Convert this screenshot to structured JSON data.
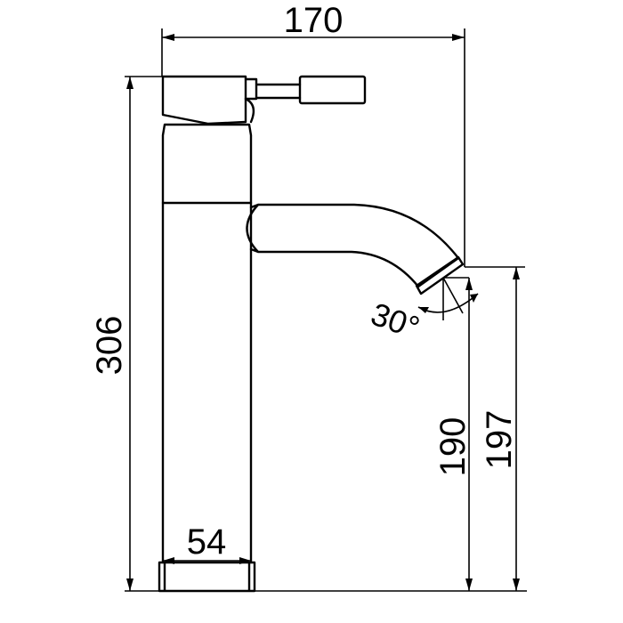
{
  "drawing": {
    "stroke_color": "#000000",
    "background": "#ffffff",
    "dimensions": {
      "width_total": "170",
      "height_total": "306",
      "base_width": "54",
      "spout_height_190": "190",
      "spout_height_197": "197",
      "spout_angle": "30°"
    }
  }
}
